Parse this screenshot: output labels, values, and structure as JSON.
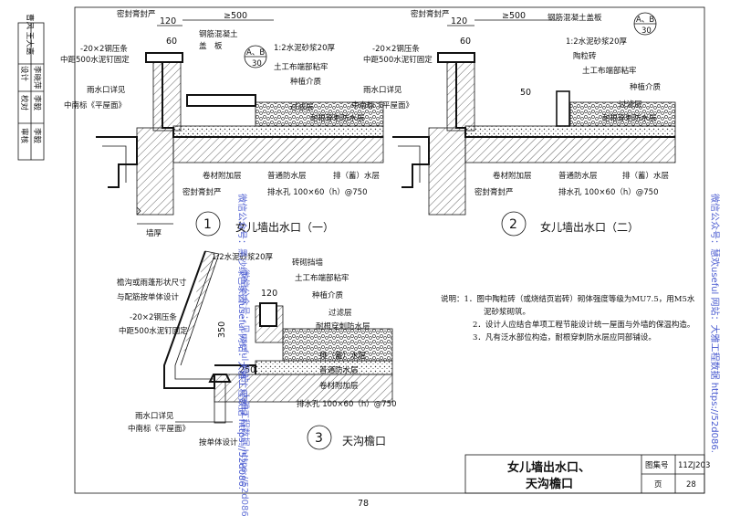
{
  "sidebar": {
    "signature": "曹风 王大嘉",
    "rows": [
      "审核",
      "李毅",
      "校对",
      "李毅",
      "设计",
      "李晓萍"
    ]
  },
  "detail1": {
    "number": "1",
    "caption": "女儿墙出水口（一）",
    "labels": {
      "seal_top": "密封膏封严",
      "dim_120": "120",
      "dim_60": "60",
      "dim_500": "≥500",
      "steel_strip": "-20×2钢压条",
      "nail": "中距500水泥钉固定",
      "rc_cover": "钢筋混凝土",
      "rc_cover2": "盖　板",
      "mortar": "1:2水泥砂浆20厚",
      "geotextile": "土工布端部粘牢",
      "planting": "种植介质",
      "filter": "过滤层",
      "rootproof": "耐根穿刺防水层",
      "rain_head": "雨水口详见",
      "rain_ref": "中南标《平屋面》",
      "coil_extra": "卷材附加层",
      "ordinary_wp": "普通防水层",
      "drain_layer": "排（蓄）水层",
      "seal_bottom": "密封膏封严",
      "outlet": "排水孔 100×60（h）@750",
      "wall": "墙厚",
      "ref_top": "A、B",
      "ref_bottom": "30"
    }
  },
  "detail2": {
    "number": "2",
    "caption": "女儿墙出水口（二）",
    "labels": {
      "seal_top": "密封膏封严",
      "dim_120": "120",
      "dim_60": "60",
      "rc_cover": "钢筋混凝土盖板",
      "dim_500": "≥500",
      "steel_strip": "-20×2钢压条",
      "nail": "中距500水泥钉固定",
      "mortar": "1:2水泥砂浆20厚",
      "brick": "陶粒砖",
      "geotextile": "土工布端部粘牢",
      "planting": "种植介质",
      "dim_50": "50",
      "filter": "过滤层",
      "rootproof": "耐根穿刺防水层",
      "rain_head": "雨水口详见",
      "rain_ref": "中南标《平屋面》",
      "coil_extra": "卷材附加层",
      "ordinary_wp": "普通防水层",
      "drain_layer": "排（蓄）水层",
      "seal_bottom": "密封膏封严",
      "outlet": "排水孔 100×60（h）@750",
      "ref_top": "A、B",
      "ref_bottom": "30"
    }
  },
  "detail3": {
    "number": "3",
    "caption": "天沟檐口",
    "labels": {
      "mortar": "1:2水泥砂浆20厚",
      "brick_wall": "砖砌挡墙",
      "gutter_size": "檐沟或雨蓬形状尺寸",
      "gutter_design": "与配筋按单体设计",
      "dim_120": "120",
      "geotextile": "土工布端部粘牢",
      "planting": "种植介质",
      "steel_strip": "-20×2钢压条",
      "nail": "中距500水泥钉固定",
      "dim_350": "350",
      "filter": "过滤层",
      "rootproof": "耐根穿刺防水层",
      "dim_250": "250",
      "drain_layer": "排（蓄）水层",
      "ordinary_wp": "普通防水层",
      "coil_extra": "卷材附加层",
      "rain_head": "雨水口详见",
      "rain_ref": "中南标《平屋面》",
      "outlet": "排水孔 100×60（h）@750",
      "unit_design": "按单体设计"
    }
  },
  "notes": [
    "说明：1．图中陶粒砖（或烧结页岩砖）砌体强度等级为MU7.5，用M5水",
    "泥砂浆砌筑。",
    "2．设计人应结合单项工程节能设计统一屋面与外墙的保温构造。",
    "3．凡有泛水部位构造，耐根穿刺防水层应同部铺设。"
  ],
  "watermarks": {
    "left": "微信公众号：黑沙绿色家园useful 网站：大雅工程数据 https://52d086.",
    "right": "微信公众号：慧欢useful 网站：大雅工程数据 https://52d086.",
    "center": "微信公众号：见useful 网站：大雅工程数据 https://52d086."
  },
  "title_block": {
    "title_line1": "女儿墙出水口、",
    "title_line2": "天沟檐口",
    "atlas_label": "图集号",
    "atlas_value": "11ZJ203",
    "page_label": "页",
    "page_value": "28"
  },
  "page_number": "78"
}
